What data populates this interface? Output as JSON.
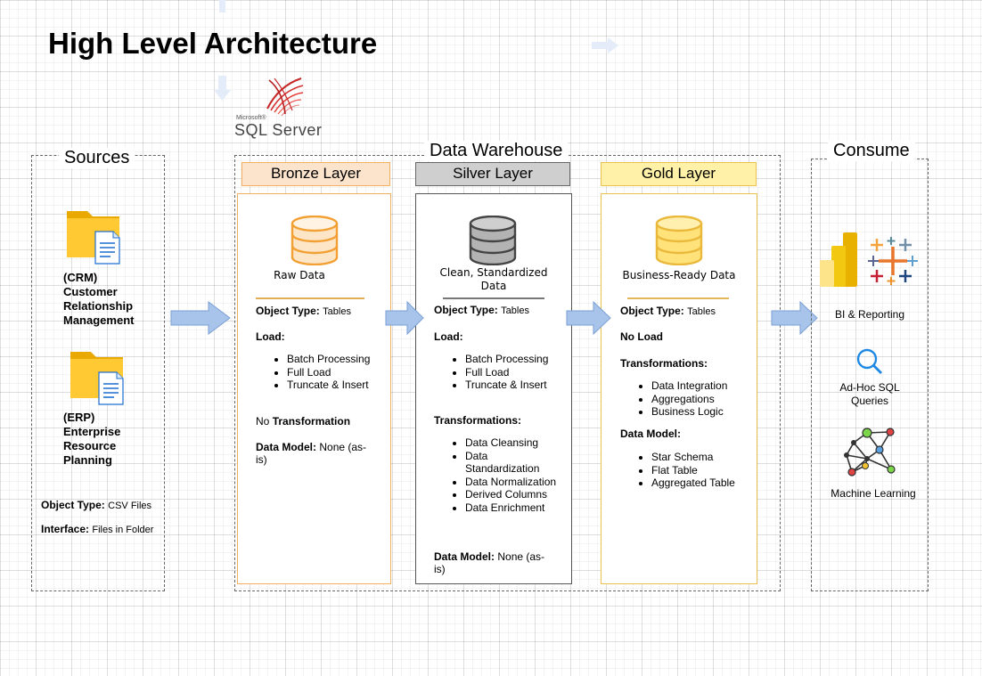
{
  "title": "High Level Architecture",
  "sql_logo": {
    "small": "Microsoft®",
    "main": "SQL Server"
  },
  "sources": {
    "title": "Sources",
    "crm": {
      "code": "(CRM)",
      "name": "Customer Relationship Management"
    },
    "erp": {
      "code": "(ERP)",
      "name": "Enterprise Resource Planning"
    },
    "object_type_label": "Object Type:",
    "object_type_value": "CSV Files",
    "interface_label": "Interface:",
    "interface_value": "Files in Folder"
  },
  "warehouse_title": "Data Warehouse",
  "bronze": {
    "header": "Bronze Layer",
    "caption": "Raw Data",
    "object_type_label": "Object Type:",
    "object_type_value": "Tables",
    "load_label": "Load:",
    "load_items": [
      "Batch Processing",
      "Full Load",
      "Truncate & Insert"
    ],
    "transformation_prefix": "No",
    "transformation_label": "Transformation",
    "model_label": "Data Model:",
    "model_value": "None (as-is)"
  },
  "silver": {
    "header": "Silver Layer",
    "caption": "Clean, Standardized Data",
    "object_type_label": "Object Type:",
    "object_type_value": "Tables",
    "load_label": "Load:",
    "load_items": [
      "Batch Processing",
      "Full Load",
      "Truncate & Insert"
    ],
    "transformations_label": "Transformations:",
    "transformation_items": [
      "Data Cleansing",
      "Data Standardization",
      "Data Normalization",
      "Derived Columns",
      "Data Enrichment"
    ],
    "model_label": "Data Model:",
    "model_value": "None (as-is)"
  },
  "gold": {
    "header": "Gold Layer",
    "caption": "Business-Ready Data",
    "object_type_label": "Object Type:",
    "object_type_value": "Tables",
    "load_label": "No Load",
    "transformations_label": "Transformations:",
    "transformation_items": [
      "Data Integration",
      "Aggregations",
      "Business Logic"
    ],
    "model_label": "Data Model:",
    "model_items": [
      "Star Schema",
      "Flat Table",
      "Aggregated Table"
    ]
  },
  "consume": {
    "title": "Consume",
    "bi": "BI & Reporting",
    "adhoc": "Ad-Hoc SQL Queries",
    "ml": "Machine Learning"
  },
  "colors": {
    "bronze_fill": "#fce4cc",
    "bronze_border": "#f0b060",
    "silver_fill": "#cfcfcf",
    "silver_border": "#555555",
    "gold_fill": "#fff1a8",
    "gold_border": "#e8c04e",
    "arrow_fill": "#a9c4eb",
    "arrow_stroke": "#7a9fd4"
  }
}
